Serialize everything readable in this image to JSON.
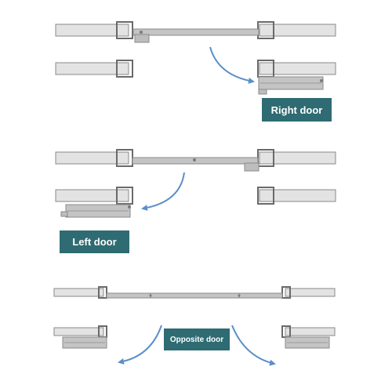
{
  "labels": {
    "right_door": "Right door",
    "left_door": "Left door",
    "opposite_door": "Opposite door"
  },
  "colors": {
    "label_bg": "#2e6b72",
    "label_text": "#ffffff",
    "arrow": "#5b8fc7",
    "wall": "#d9d9d9",
    "frame": "#9a9a9a",
    "door": "#c8c8c8"
  }
}
